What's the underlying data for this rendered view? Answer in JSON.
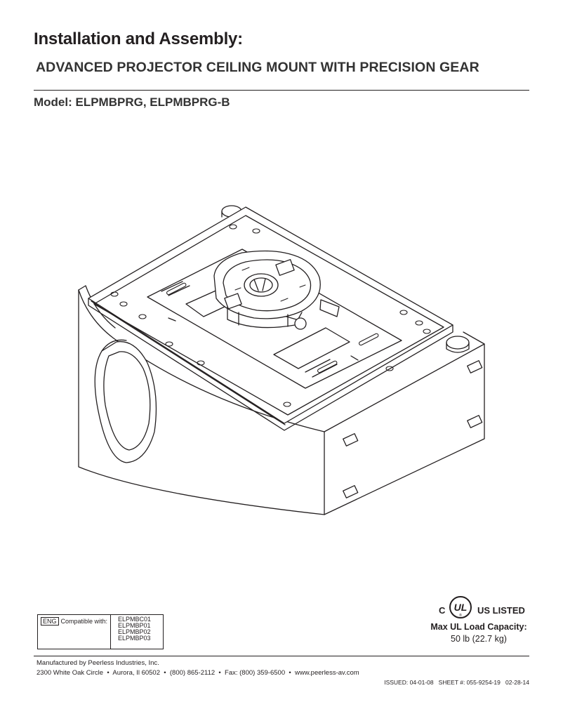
{
  "header": {
    "title": "Installation and Assembly:",
    "subtitle": "ADVANCED PROJECTOR CEILING MOUNT WITH PRECISION GEAR",
    "model": "Model: ELPMBPRG, ELPMBPRG-B"
  },
  "illustration": {
    "icon": "projector-ceiling-mount-illustration",
    "line_color": "#231f20"
  },
  "compatibility": {
    "language_badge": "ENG",
    "label": "Compatible with:",
    "models": [
      "ELPMBC01",
      "ELPMBP01",
      "ELPMBP02",
      "ELPMBP03"
    ]
  },
  "certification": {
    "ul_c": "C",
    "ul_mark": "UL",
    "ul_r": "®",
    "ul_listed": "US LISTED",
    "max_load_label": "Max UL Load Capacity:",
    "max_load_value": "50 lb (22.7 kg)"
  },
  "footer": {
    "manufacturer": "Manufactured by Peerless Industries, Inc.",
    "address": "2300 White Oak Circle  •  Aurora, Il 60502  •  (800) 865-2112  •  Fax: (800) 359-6500  •  www.peerless-av.com",
    "issued": "ISSUED: 04-01-08   SHEET #: 055-9254-19   02-28-14"
  }
}
